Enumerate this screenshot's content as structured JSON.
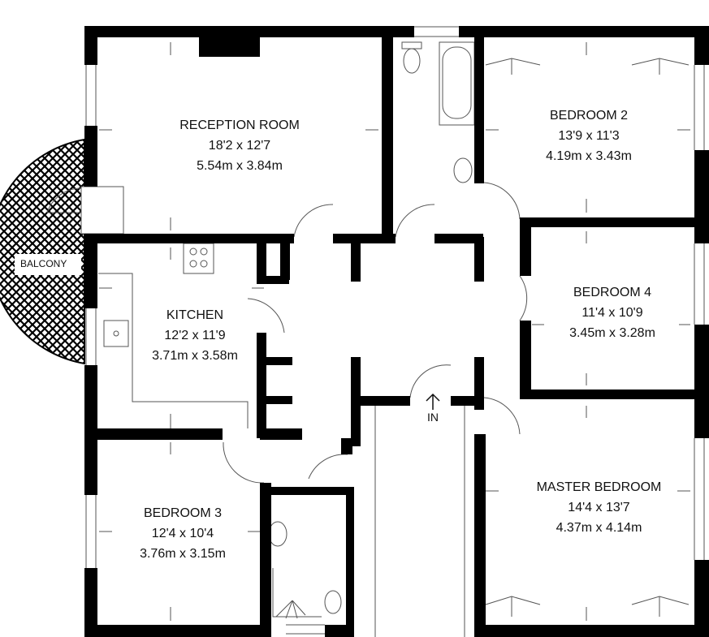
{
  "rooms": {
    "reception": {
      "name": "RECEPTION ROOM",
      "imperial": "18'2 x 12'7",
      "metric": "5.54m x 3.84m"
    },
    "bedroom2": {
      "name": "BEDROOM 2",
      "imperial": "13'9 x 11'3",
      "metric": "4.19m x 3.43m"
    },
    "bedroom4": {
      "name": "BEDROOM 4",
      "imperial": "11'4 x 10'9",
      "metric": "3.45m x 3.28m"
    },
    "kitchen": {
      "name": "KITCHEN",
      "imperial": "12'2 x 11'9",
      "metric": "3.71m x 3.58m"
    },
    "master": {
      "name": "MASTER BEDROOM",
      "imperial": "14'4 x 13'7",
      "metric": "4.37m x 4.14m"
    },
    "bedroom3": {
      "name": "BEDROOM 3",
      "imperial": "12'4 x 10'4",
      "metric": "3.76m x 3.15m"
    }
  },
  "labels": {
    "balcony": "BALCONY",
    "entrance": "IN"
  },
  "colors": {
    "wall": "#000000",
    "background": "#ffffff",
    "fixture": "#555555"
  }
}
